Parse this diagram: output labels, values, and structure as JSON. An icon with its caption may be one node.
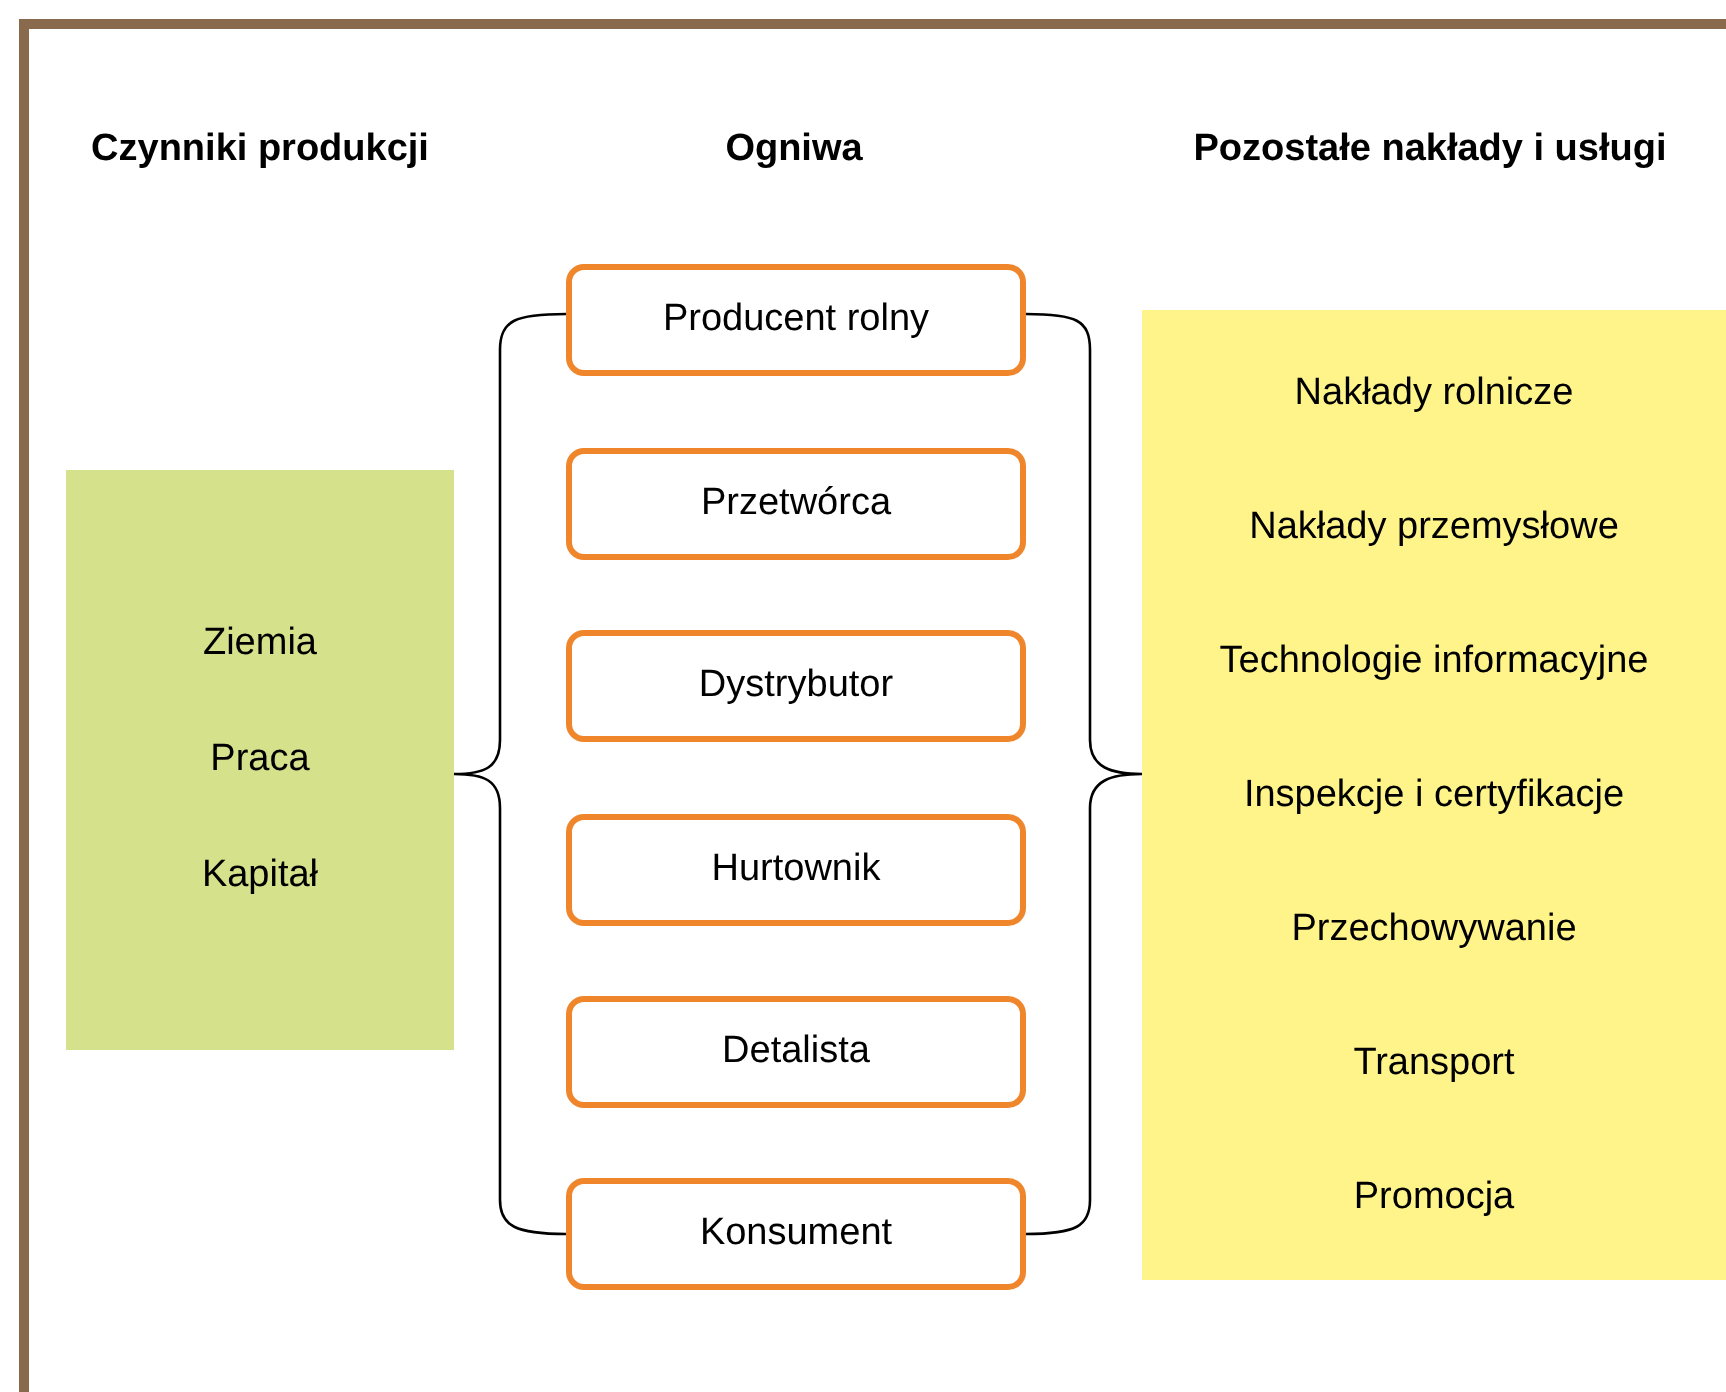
{
  "diagram": {
    "nodes": [
      {
        "text": [
          "Ziemia",
          "Praca",
          "Kapitał"
        ]
      },
      {
        "text": [
          "Producent rolny"
        ]
      },
      {
        "text": [
          "Przetwórca"
        ]
      },
      {
        "text": [
          "Dystrybutor"
        ]
      },
      {
        "text": [
          "Hurtownik"
        ]
      },
      {
        "text": [
          "Detalista"
        ]
      },
      {
        "text": [
          "Konsument"
        ]
      },
      {
        "text": [
          "Nakłady rolnicze",
          "Nakłady przemysłowe",
          "Technologie informacyjne",
          "Inspekcje i certyfikacje",
          "Przechowywanie",
          "Transport",
          "Promocja"
        ]
      }
    ],
    "labels": [
      "Czynniki produkcji",
      "Ogniwa",
      "Pozostałe nakłady i usługi"
    ]
  }
}
